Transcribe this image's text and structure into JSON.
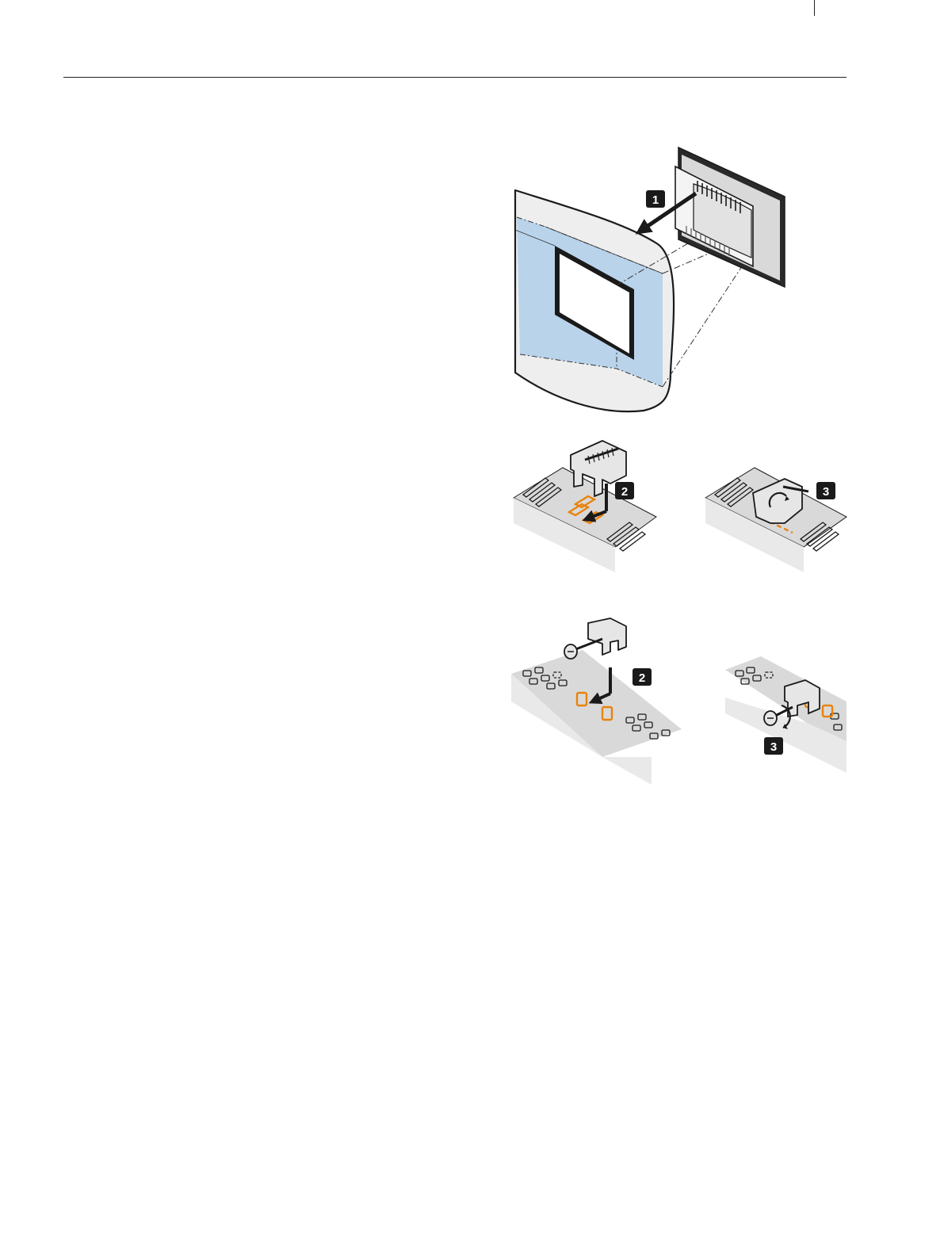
{
  "figure": {
    "steps": {
      "panel_insert": "1",
      "clip_a_insert": "2",
      "clip_a_tighten": "3",
      "clip_b_insert": "2",
      "clip_b_tighten": "3"
    },
    "colors": {
      "cutout_fill": "#b9d3ea",
      "cabinet_fill": "#eeeeee",
      "rail_fill": "#d9d9d9",
      "slot_highlight": "#e8830c",
      "device_dark": "#2a2a2a"
    }
  }
}
